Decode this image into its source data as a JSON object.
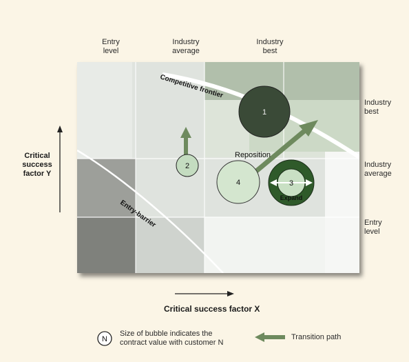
{
  "column_labels": {
    "entry": [
      "Entry",
      "level"
    ],
    "average": [
      "Industry",
      "average"
    ],
    "best": [
      "Industry",
      "best"
    ]
  },
  "row_labels": {
    "best": [
      "Industry",
      "best"
    ],
    "average": [
      "Industry",
      "average"
    ],
    "entry": [
      "Entry",
      "level"
    ]
  },
  "y_axis_title": [
    "Critical",
    "success",
    "factor Y"
  ],
  "x_axis_title": "Critical success factor X",
  "curves": {
    "frontier": "Competitive frontier",
    "barrier": "Entry-barrier"
  },
  "bubbles": [
    {
      "id": "1",
      "color": "#3a4a37"
    },
    {
      "id": "2",
      "color": "#c4dcc0"
    },
    {
      "id": "3",
      "color": "#2f5a2a"
    },
    {
      "id": "4",
      "color": "#d4e6cf"
    }
  ],
  "annotations": {
    "reposition": "Reposition",
    "expand": "Expand"
  },
  "legend": {
    "bubble_symbol": "N",
    "bubble_text": [
      "Size of bubble indicates the",
      "contract value with customer N"
    ],
    "arrow_text": "Transition path",
    "arrow_color": "#6e8a5e"
  }
}
